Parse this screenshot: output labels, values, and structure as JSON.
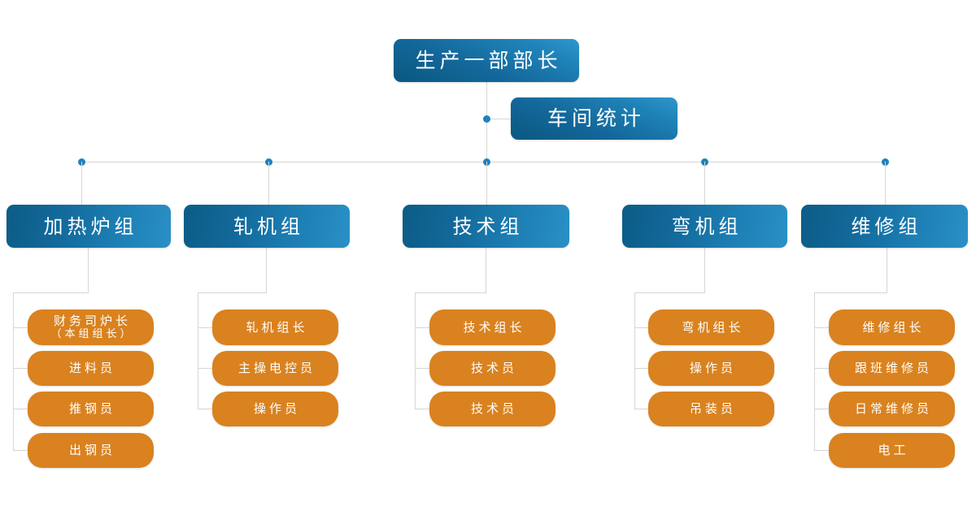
{
  "chart": {
    "type": "org-chart",
    "title_node": "生产一部部长",
    "staff_node": "车间统计",
    "palette": {
      "blue_dark": "#0c5c86",
      "blue_light": "#2a90c6",
      "orange": "#d9821f",
      "connector": "#d6d6d6",
      "dot": "#1f82bb",
      "text": "#ffffff",
      "background": "#ffffff"
    },
    "root": {
      "label": "生产一部部长"
    },
    "staff": {
      "label": "车间统计"
    },
    "groups": [
      {
        "label": "加热炉组",
        "members": [
          {
            "line1": "财务司炉长",
            "line2": "（本组组长）"
          },
          {
            "line1": "进料员",
            "line2": ""
          },
          {
            "line1": "推钢员",
            "line2": ""
          },
          {
            "line1": "出钢员",
            "line2": ""
          }
        ]
      },
      {
        "label": "轧机组",
        "members": [
          {
            "line1": "轧机组长",
            "line2": ""
          },
          {
            "line1": "主操电控员",
            "line2": ""
          },
          {
            "line1": "操作员",
            "line2": ""
          }
        ]
      },
      {
        "label": "技术组",
        "members": [
          {
            "line1": "技术组长",
            "line2": ""
          },
          {
            "line1": "技术员",
            "line2": ""
          },
          {
            "line1": "技术员",
            "line2": ""
          }
        ]
      },
      {
        "label": "弯机组",
        "members": [
          {
            "line1": "弯机组长",
            "line2": ""
          },
          {
            "line1": "操作员",
            "line2": ""
          },
          {
            "line1": "吊装员",
            "line2": ""
          }
        ]
      },
      {
        "label": "维修组",
        "members": [
          {
            "line1": "维修组长",
            "line2": ""
          },
          {
            "line1": "跟班维修员",
            "line2": ""
          },
          {
            "line1": "日常维修员",
            "line2": ""
          },
          {
            "line1": "电工",
            "line2": ""
          }
        ]
      }
    ]
  }
}
